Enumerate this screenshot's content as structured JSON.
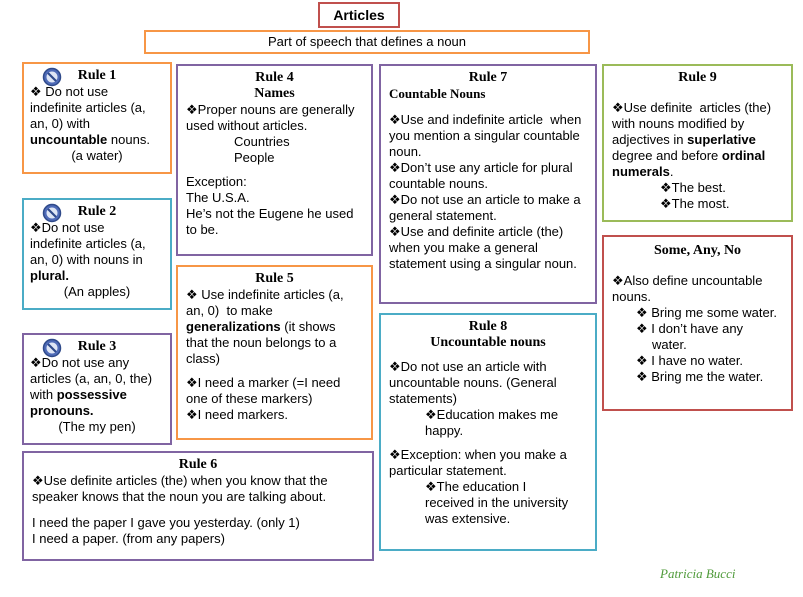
{
  "title": "Articles",
  "subtitle": "Part of speech that defines a noun",
  "colors": {
    "orange": "#f79646",
    "teal": "#4bacc6",
    "purple": "#8064a2",
    "green": "#9bbb59",
    "red": "#c0504d",
    "signature": "#4f9a3a"
  },
  "icons": {
    "prohibit": "no-entry-icon",
    "bullet": "four-diamond-bullet"
  },
  "rule1": {
    "heading": "Rule 1",
    "l1": "❖ Do not use",
    "l2": "indefinite articles (a,",
    "l3": "an, 0) with",
    "bold": "uncountable",
    "l4rest": " nouns.",
    "ex": "(a water)"
  },
  "rule2": {
    "heading": "Rule 2",
    "l1": "❖Do not use",
    "l2": "indefinite articles (a,",
    "l3": "an, 0) with nouns in",
    "bold": "plural.",
    "ex": "(An apples)"
  },
  "rule3": {
    "heading": "Rule 3",
    "l1": "❖Do not use any",
    "l2": "articles (a, an, 0, the)",
    "l3pre": "with ",
    "bold1": "possessive",
    "bold2": "pronouns.",
    "ex": "(The my pen)"
  },
  "rule4": {
    "heading": "Rule 4",
    "sub": "Names",
    "l1": "❖Proper nouns are generally",
    "l2": "used without articles.",
    "c1": "Countries",
    "c2": "People",
    "exc": "Exception:",
    "e1": "The U.S.A.",
    "e2": "He’s not the Eugene he used",
    "e3": "to be."
  },
  "rule5": {
    "heading": "Rule 5",
    "l1": "❖ Use indefinite articles (a,",
    "l2": "an, 0)  to make",
    "bold": "generalizations",
    "l3rest": " (it shows",
    "l4": "that the noun belongs to a",
    "l5": "class)",
    "l6": "❖I need a marker (=I need",
    "l7": "one of these markers)",
    "l8": "❖I need markers."
  },
  "rule6": {
    "heading": "Rule 6",
    "l1": "❖Use definite articles (the) when you know that the",
    "l2": "speaker knows that the noun you are talking about.",
    "l3": "I need the paper I gave you yesterday. (only 1)",
    "l4": "I need a paper. (from any papers)"
  },
  "rule7": {
    "heading": "Rule 7",
    "sub": "Countable Nouns",
    "l1": "❖Use and indefinite article  when",
    "l2": "you mention a singular countable",
    "l3": "noun.",
    "l4": "❖Don’t use any article for plural",
    "l5": "countable nouns.",
    "l6": "❖Do not use an article to make a",
    "l7": "general statement.",
    "l8": "❖Use and definite article (the)",
    "l9": "when you make a general",
    "l10": "statement using a singular noun."
  },
  "rule8": {
    "heading": "Rule 8",
    "sub": "Uncountable nouns",
    "l1": "❖Do not use an article with",
    "l2": "uncountable nouns. (General",
    "l3": "statements)",
    "l4": "❖Education makes me",
    "l5": "happy.",
    "l6": "❖Exception: when you make a",
    "l7": "particular statement.",
    "l8": "❖The education I",
    "l9": "received in the university",
    "l10": "was extensive."
  },
  "rule9": {
    "heading": "Rule 9",
    "l1": "❖Use definite  articles (the)",
    "l2": "with nouns modified by",
    "l3": "adjectives in ",
    "bold1": "superlative",
    "l4pre": "degree and before ",
    "bold2": "ordinal",
    "bold3": "numerals",
    "l5rest": ".",
    "l6": "❖The best.",
    "l7": "❖The most."
  },
  "some": {
    "heading": "Some, Any, No",
    "l1": "❖Also define uncountable",
    "l2": "nouns.",
    "l3": "❖ Bring me some water.",
    "l4": "❖ I don’t have any",
    "l5": "water.",
    "l6": "❖ I have no water.",
    "l7": "❖ Bring me the water."
  },
  "signature": "Patricia Bucci"
}
